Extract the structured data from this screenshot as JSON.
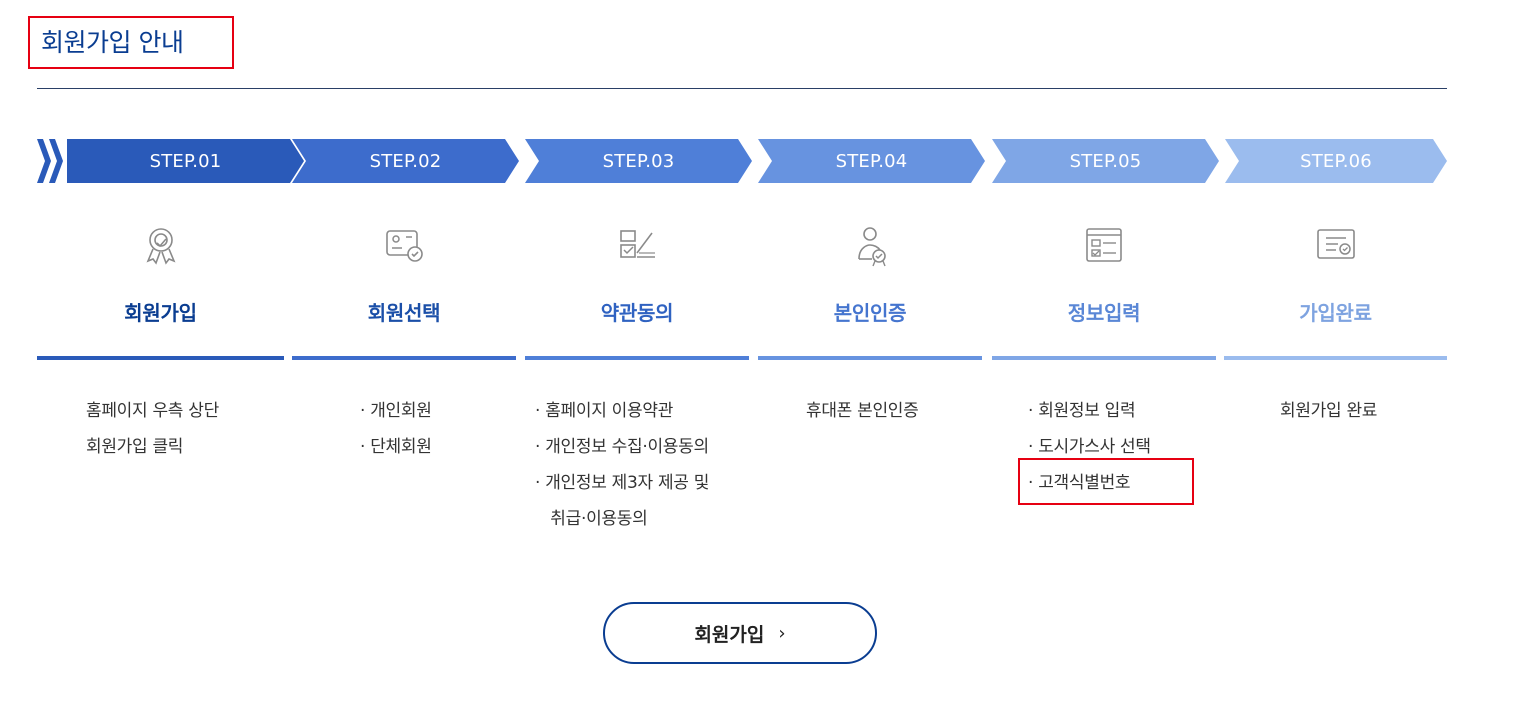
{
  "page": {
    "title": "회원가입 안내"
  },
  "steps": [
    {
      "label": "STEP.01",
      "name": "회원가입",
      "icon": "award-ribbon-icon",
      "color": "#2a5ab9",
      "name_color": "#0a3d91",
      "desc": [
        "홈페이지 우측 상단",
        "회원가입 클릭"
      ]
    },
    {
      "label": "STEP.02",
      "name": "회원선택",
      "icon": "member-card-check-icon",
      "color": "#3d6ccc",
      "name_color": "#1b4fa8",
      "desc": [
        "· 개인회원",
        "· 단체회원"
      ]
    },
    {
      "label": "STEP.03",
      "name": "약관동의",
      "icon": "document-sign-icon",
      "color": "#4f7fd8",
      "name_color": "#2f62c1",
      "desc": [
        "· 홈페이지 이용약관",
        "· 개인정보 수집·이용동의",
        "· 개인정보 제3자 제공 및",
        "   취급·이용동의"
      ]
    },
    {
      "label": "STEP.04",
      "name": "본인인증",
      "icon": "user-verify-icon",
      "color": "#6793e0",
      "name_color": "#4575cf",
      "desc": [
        "휴대폰 본인인증"
      ]
    },
    {
      "label": "STEP.05",
      "name": "정보입력",
      "icon": "form-input-icon",
      "color": "#7fa6e6",
      "name_color": "#5a87d6",
      "desc": [
        "· 회원정보 입력",
        "· 도시가스사 선택",
        "· 고객식별번호"
      ]
    },
    {
      "label": "STEP.06",
      "name": "가입완료",
      "icon": "certificate-complete-icon",
      "color": "#9bbcee",
      "name_color": "#7ea3e0",
      "desc": [
        "회원가입 완료"
      ]
    }
  ],
  "join_button": {
    "label": "회원가입",
    "arrow": "›"
  }
}
